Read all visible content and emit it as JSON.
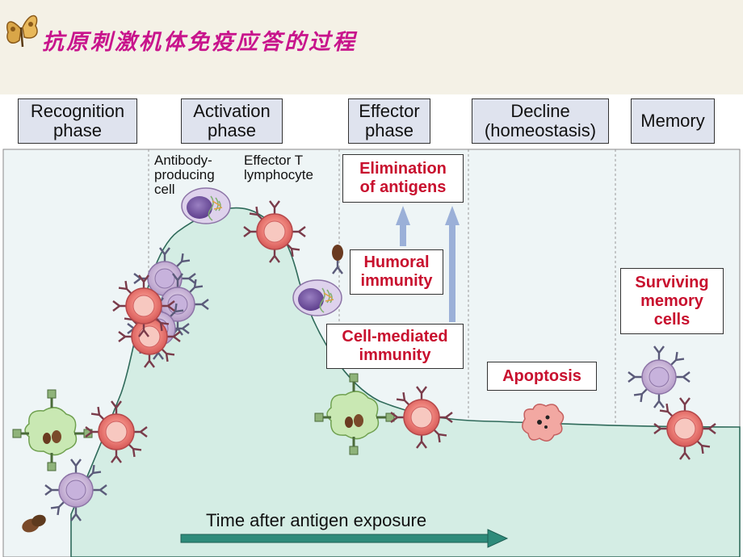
{
  "title": "抗原刺激机体免疫应答的过程",
  "phases": [
    {
      "label": "Recognition\nphase"
    },
    {
      "label": "Activation\nphase"
    },
    {
      "label": "Effector\nphase"
    },
    {
      "label": "Decline\n(homeostasis)"
    },
    {
      "label": "Memory"
    }
  ],
  "cell_labels": {
    "antibody_producing": "Antibody-\nproducing\ncell",
    "effector_t": "Effector T\nlymphocyte"
  },
  "outcomes": {
    "elimination": "Elimination\nof antigens",
    "humoral": "Humoral\nimmunity",
    "cell_mediated": "Cell-mediated\nimmunity",
    "apoptosis": "Apoptosis",
    "memory_cells": "Surviving\nmemory\ncells"
  },
  "axis": {
    "x_label": "Time after antigen exposure"
  },
  "colors": {
    "title": "#c8148c",
    "curve_fill": "#d4ede4",
    "plot_bg": "#eef5f6",
    "phase_box": "#dfe3ee",
    "outcome_text": "#c8102e",
    "t_cell": "#e86b6b",
    "b_cell": "#c9b6d8",
    "apc": "#bfe3a8",
    "arrow": "#9bb0d8"
  }
}
